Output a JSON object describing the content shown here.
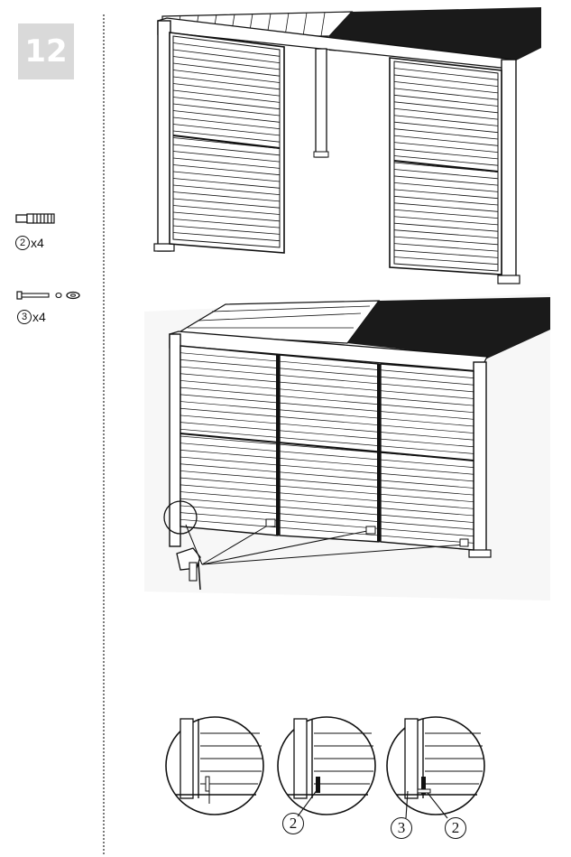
{
  "step": {
    "number": "12"
  },
  "parts": [
    {
      "id": "2",
      "quantity": "x4",
      "icon": "anchor-bolt-icon"
    },
    {
      "id": "3",
      "quantity": "x4",
      "icon": "bolt-and-washer-icon"
    }
  ],
  "details": [
    {
      "callouts": []
    },
    {
      "callouts": [
        "2"
      ]
    },
    {
      "callouts": [
        "3",
        "2"
      ]
    }
  ],
  "colors": {
    "badge_bg": "#d9d9d9",
    "line": "#111111",
    "roof_dark": "#1a1a1a"
  }
}
